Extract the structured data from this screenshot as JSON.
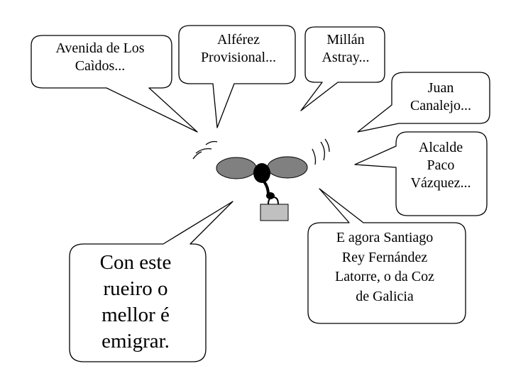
{
  "bubbles": {
    "avenida": "Avenida de Los\nCaìdos...",
    "alferez": "Alférez\nProvisional...",
    "millan": "Millán\nAstray...",
    "juan": "Juan\nCanalejo...",
    "alcalde": "Alcalde\nPaco\nVázquez...",
    "agora": "E agora Santiago\nRey Fernández\nLatorre, o da Coz\nde Galicia",
    "emigrar": "Con este\nrueiro o\nmellor é\nemigrar."
  }
}
